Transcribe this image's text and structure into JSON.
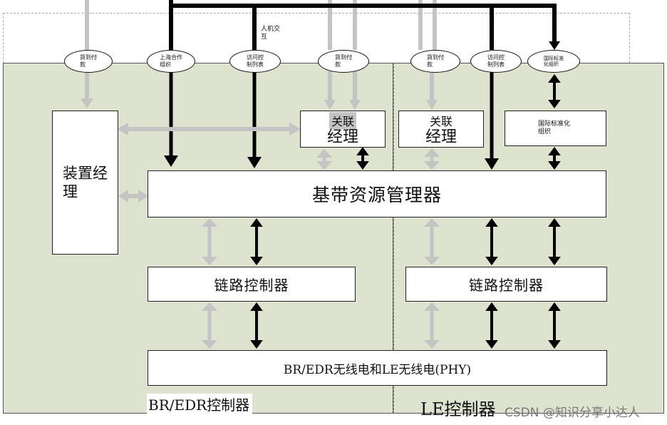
{
  "colors": {
    "panel": "#dde3cf",
    "gray_arrow": "#c4c4c4",
    "black_arrow": "#000000"
  },
  "ovals": {
    "pay1": "貨到付\n款",
    "shanghai": "上海合作\n组织",
    "acl1": "访问控\n制列表",
    "pay2": "貨到付\n款",
    "pay3": "貨到付\n款",
    "acl2": "访问控\n制列表",
    "iso": "国际标准\n化组织"
  },
  "labels": {
    "hci": "人机交\n互",
    "device_manager": "装置经\n理",
    "assoc_left_top": "关联",
    "assoc_left_bottom": "经理",
    "assoc_right_top": "关联",
    "assoc_right_bottom": "经理",
    "iso_box": "国际标准化\n组织",
    "baseband": "基带资源管理器",
    "link_left": "链路控制器",
    "link_right": "链路控制器",
    "phy": "BR/EDR无线电和LE无线电(PHY)",
    "br_controller": "BR/EDR控制器",
    "le_controller": "LE控制器",
    "watermark": "CSDN @知识分享小达人"
  }
}
